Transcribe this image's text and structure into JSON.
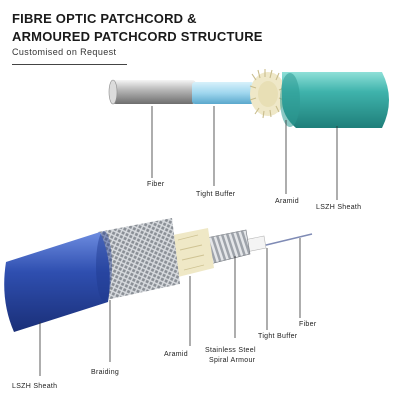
{
  "header": {
    "title_line1": "FIBRE OPTIC PATCHCORD &",
    "title_line2": "ARMOURED PATCHCORD STRUCTURE",
    "subtitle": "Customised on Request"
  },
  "patchcord": {
    "labels": {
      "fiber": "Fiber",
      "tight_buffer": "Tight Buffer",
      "aramid": "Aramid",
      "sheath": "LSZH Sheath"
    }
  },
  "armoured": {
    "labels": {
      "fiber": "Fiber",
      "tight_buffer": "Tight Buffer",
      "armour_line1": "Stainless Steel",
      "armour_line2": "Spiral Armour",
      "aramid": "Aramid",
      "braiding": "Braiding",
      "sheath": "LSZH Sheath"
    }
  },
  "colors": {
    "teal_sheath": "#3fb3ac",
    "blue_sheath": "#2f4fb0",
    "buffer": "#9fd6ee",
    "aramid": "#e8dfb8",
    "steel": "#b8bcc2"
  }
}
